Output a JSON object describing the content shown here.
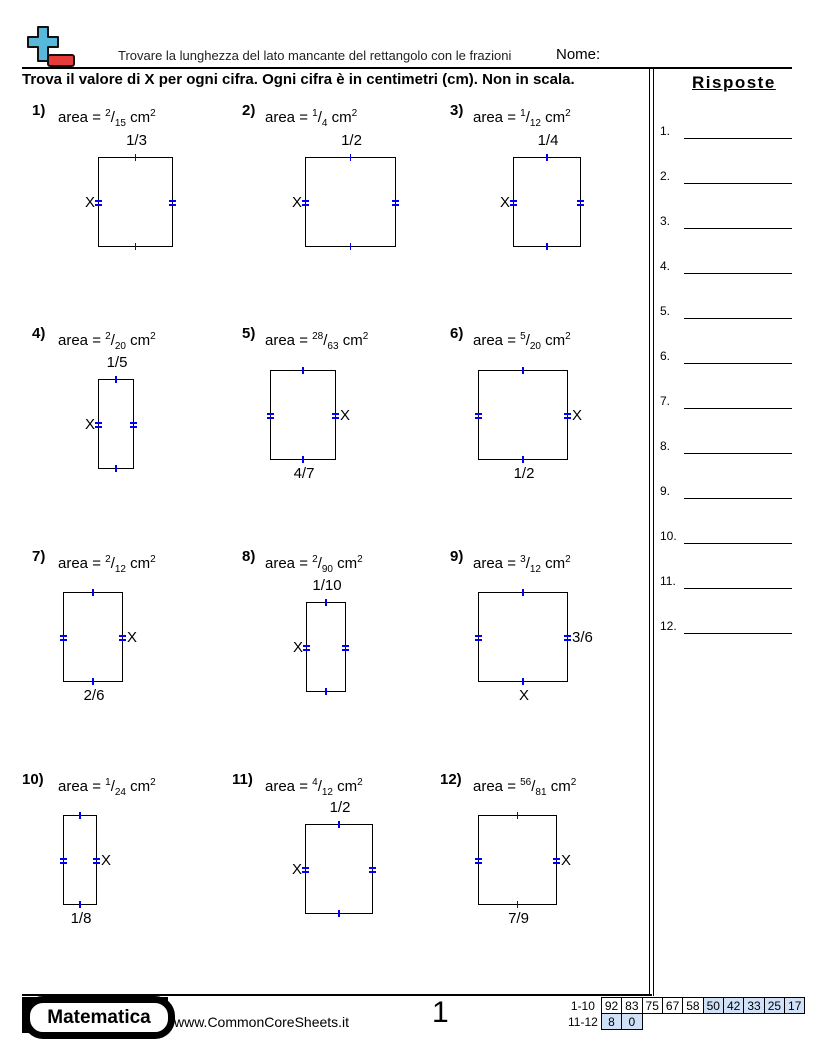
{
  "header": {
    "title": "Trovare la lunghezza del lato mancante del rettangolo con le frazioni",
    "name_label": "Nome:"
  },
  "instructions": "Trova il valore di X per ogni cifra. Ogni cifra è in centimetri (cm). Non in scala.",
  "answers": {
    "title": "Risposte",
    "items": [
      "1.",
      "2.",
      "3.",
      "4.",
      "5.",
      "6.",
      "7.",
      "8.",
      "9.",
      "10.",
      "11.",
      "12."
    ]
  },
  "problems": [
    {
      "num": "1)",
      "area_prefix": "area =",
      "numerator": "2",
      "denominator": "15",
      "unit": "cm",
      "exp": "2",
      "labels": {
        "top": "1/3",
        "left": "X"
      }
    },
    {
      "num": "2)",
      "area_prefix": "area =",
      "numerator": "1",
      "denominator": "4",
      "unit": "cm",
      "exp": "2",
      "labels": {
        "top": "1/2",
        "left": "X"
      }
    },
    {
      "num": "3)",
      "area_prefix": "area =",
      "numerator": "1",
      "denominator": "12",
      "unit": "cm",
      "exp": "2",
      "labels": {
        "top": "1/4",
        "left": "X"
      }
    },
    {
      "num": "4)",
      "area_prefix": "area =",
      "numerator": "2",
      "denominator": "20",
      "unit": "cm",
      "exp": "2",
      "labels": {
        "top": "1/5",
        "left": "X"
      }
    },
    {
      "num": "5)",
      "area_prefix": "area =",
      "numerator": "28",
      "denominator": "63",
      "unit": "cm",
      "exp": "2",
      "labels": {
        "bottom": "4/7",
        "right": "X"
      }
    },
    {
      "num": "6)",
      "area_prefix": "area =",
      "numerator": "5",
      "denominator": "20",
      "unit": "cm",
      "exp": "2",
      "labels": {
        "bottom": "1/2",
        "right": "X"
      }
    },
    {
      "num": "7)",
      "area_prefix": "area =",
      "numerator": "2",
      "denominator": "12",
      "unit": "cm",
      "exp": "2",
      "labels": {
        "bottom": "2/6",
        "right": "X"
      }
    },
    {
      "num": "8)",
      "area_prefix": "area =",
      "numerator": "2",
      "denominator": "90",
      "unit": "cm",
      "exp": "2",
      "labels": {
        "top": "1/10",
        "left": "X"
      }
    },
    {
      "num": "9)",
      "area_prefix": "area =",
      "numerator": "3",
      "denominator": "12",
      "unit": "cm",
      "exp": "2",
      "labels": {
        "bottom": "X",
        "right": "3/6"
      }
    },
    {
      "num": "10)",
      "area_prefix": "area =",
      "numerator": "1",
      "denominator": "24",
      "unit": "cm",
      "exp": "2",
      "labels": {
        "bottom": "1/8",
        "right": "X"
      }
    },
    {
      "num": "11)",
      "area_prefix": "area =",
      "numerator": "4",
      "denominator": "12",
      "unit": "cm",
      "exp": "2",
      "labels": {
        "top": "1/2",
        "left": "X"
      }
    },
    {
      "num": "12)",
      "area_prefix": "area =",
      "numerator": "56",
      "denominator": "81",
      "unit": "cm",
      "exp": "2",
      "labels": {
        "bottom": "7/9",
        "right": "X"
      }
    }
  ],
  "footer": {
    "logo": "Matematica",
    "site": "www.CommonCoreSheets.it",
    "page": "1",
    "score_rows": [
      {
        "label": "1-10",
        "values": [
          "92",
          "83",
          "75",
          "67",
          "58",
          "50",
          "42",
          "33",
          "25",
          "17"
        ]
      },
      {
        "label": "11-12",
        "values": [
          "8",
          "0"
        ]
      }
    ]
  },
  "colors": {
    "tick": "#0000ff",
    "score_highlight": "#cfe0f7"
  }
}
